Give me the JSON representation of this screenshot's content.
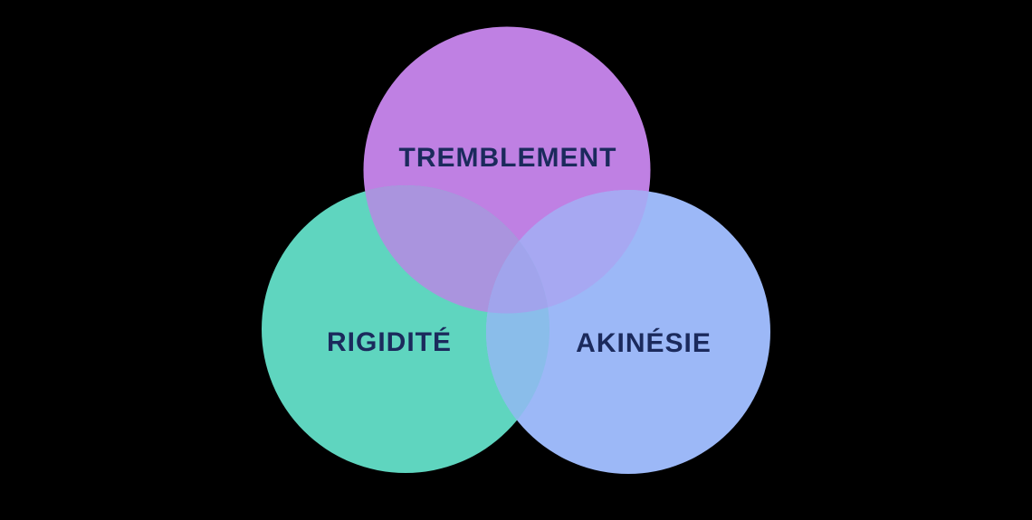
{
  "diagram": {
    "type": "venn",
    "background": "#000000",
    "label_color": "#1b2a5c",
    "sets": [
      {
        "label": "TREMBLEMENT",
        "color": "#bf80e3",
        "position": "top"
      },
      {
        "label": "RIGIDITÉ",
        "color": "#5fd5bf",
        "position": "bottom-left"
      },
      {
        "label": "AKINÉSIE",
        "color": "#9cb8f7",
        "position": "bottom-right"
      }
    ],
    "overlaps": {
      "tremblement_rigidite": "#aa94de",
      "tremblement_akinesie": "#a7a8f2",
      "rigidite_akinesie": "#8abdea",
      "center": "#a1a4ec"
    }
  }
}
